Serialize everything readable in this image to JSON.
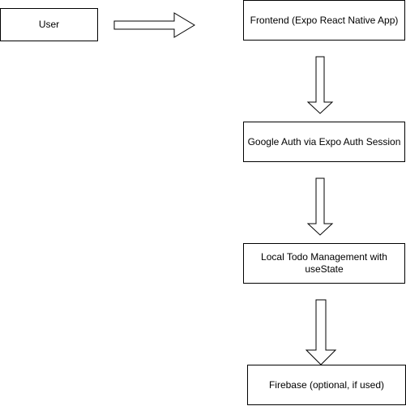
{
  "nodes": {
    "user": {
      "label": "User"
    },
    "frontend": {
      "label": "Frontend (Expo React Native App)"
    },
    "auth": {
      "label": "Google Auth via Expo Auth Session"
    },
    "todo": {
      "label": "Local Todo Management with useState"
    },
    "firebase": {
      "label": "Firebase (optional, if used)"
    }
  },
  "edges": [
    {
      "from": "user",
      "to": "frontend"
    },
    {
      "from": "frontend",
      "to": "auth"
    },
    {
      "from": "auth",
      "to": "todo"
    },
    {
      "from": "todo",
      "to": "firebase"
    }
  ],
  "colors": {
    "stroke": "#000000",
    "fill": "#ffffff"
  }
}
